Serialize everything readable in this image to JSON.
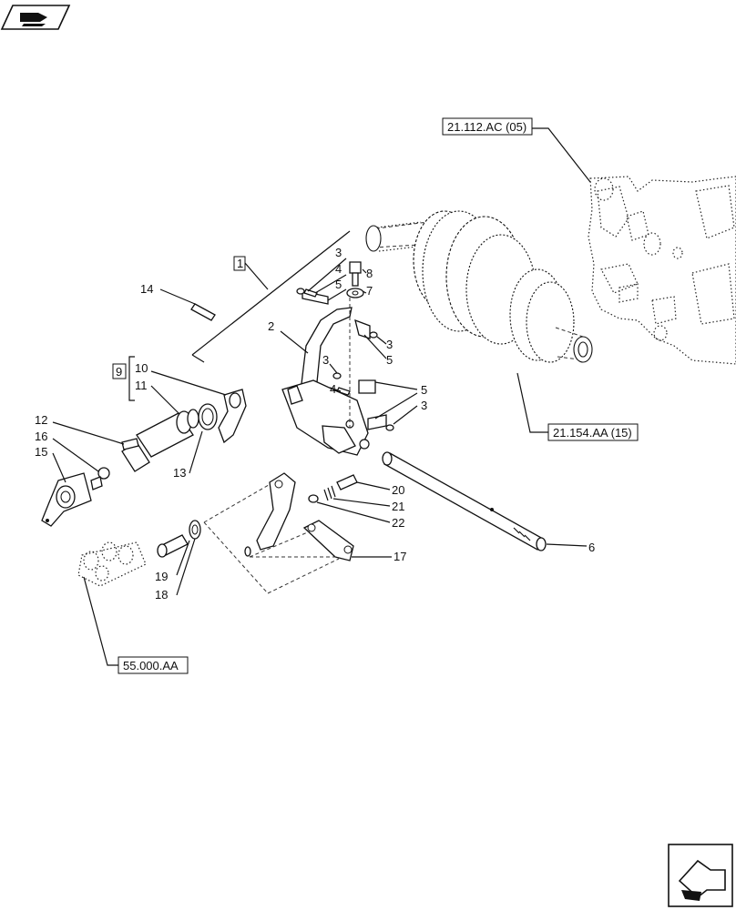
{
  "references": {
    "housing_ref": "21.112.AC (05)",
    "gear_ref": "21.154.AA (15)",
    "module_ref": "55.000.AA"
  },
  "group_labels": {
    "group_1": "1",
    "group_9": "9"
  },
  "callouts": {
    "c1": "2",
    "c2": "3",
    "c3": "4",
    "c4": "5",
    "c5": "8",
    "c6": "7",
    "c7": "3",
    "c8": "5",
    "c9": "3",
    "c10": "4",
    "c11": "5",
    "c12": "3",
    "c13": "14",
    "c14": "10",
    "c15": "11",
    "c16": "12",
    "c17": "16",
    "c18": "15",
    "c19": "13",
    "c20": "20",
    "c21": "21",
    "c22": "22",
    "c23": "17",
    "c24": "6",
    "c25": "19",
    "c26": "18"
  },
  "icons": {
    "top_left": "book-hand-icon",
    "bottom_right": "next-page-arrow-icon"
  }
}
